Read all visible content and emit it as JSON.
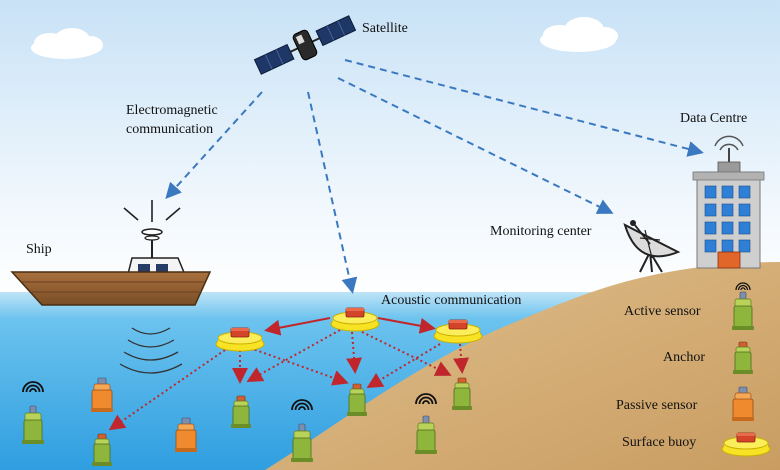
{
  "labels": {
    "satellite": "Satellite",
    "electromagnetic_line1": "Electromagnetic",
    "electromagnetic_line2": "communication",
    "data_centre": "Data Centre",
    "ship": "Ship",
    "monitoring_center": "Monitoring center",
    "acoustic_communication": "Acoustic communication"
  },
  "legend": {
    "items": [
      {
        "label": "Active sensor",
        "icon": "active-sensor-icon"
      },
      {
        "label": "Anchor",
        "icon": "anchor-icon"
      },
      {
        "label": "Passive sensor",
        "icon": "passive-sensor-icon"
      },
      {
        "label": "Surface buoy",
        "icon": "surface-buoy-icon"
      }
    ]
  },
  "colors": {
    "sky_top": "#cfe6f7",
    "sea": "#4fb3e6",
    "sand": "#d8b47f",
    "satellite_link": "#3a78c0",
    "acoustic_link": "#c0262c",
    "buoy_yellow": "#f7e324",
    "active_sensor_green": "#8fb63c",
    "passive_sensor_orange": "#ef8a2e"
  }
}
